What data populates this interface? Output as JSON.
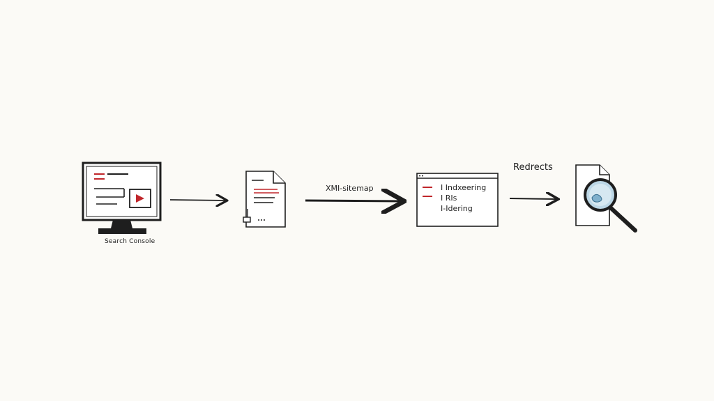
{
  "diagram": {
    "monitor_caption": "Search Console",
    "sitemap_arrow_label": "XMI-sitemap",
    "redirect_arrow_label": "Redrects",
    "panel_lines": [
      "I Indxeering",
      "I RIs",
      "I-Idering"
    ],
    "icons": [
      "monitor-icon",
      "document-icon",
      "browser-window-icon",
      "magnifier-document-icon"
    ],
    "colors": {
      "ink": "#1e1e1e",
      "accent": "#c0262b",
      "background": "#fbfaf6",
      "lens": "#bcd7e6"
    }
  }
}
